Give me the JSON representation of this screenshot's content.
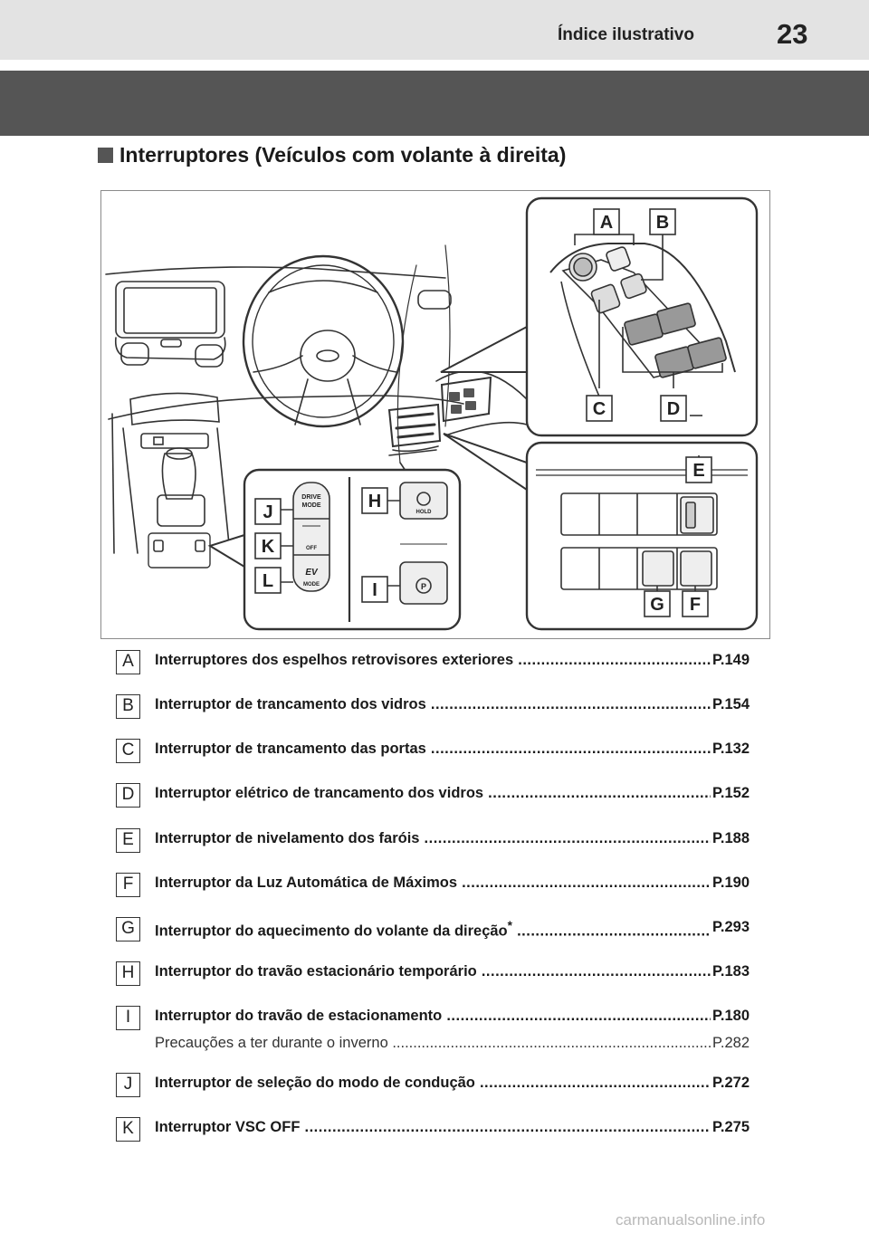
{
  "header": {
    "section_title": "Índice ilustrativo",
    "page_number": "23"
  },
  "section": {
    "heading": "Interruptores (Veículos com volante à direita)"
  },
  "illustration": {
    "callouts": [
      "A",
      "B",
      "C",
      "D",
      "E",
      "F",
      "G",
      "H",
      "I",
      "J",
      "K",
      "L"
    ],
    "switch_texts": {
      "drive_mode_1": "DRIVE",
      "drive_mode_2": "MODE",
      "vsc_off": "OFF",
      "ev": "EV",
      "ev_mode": "MODE",
      "hold": "HOLD"
    }
  },
  "legend": [
    {
      "letter": "A",
      "label": "Interruptores dos espelhos retrovisores exteriores",
      "page": "P.149"
    },
    {
      "letter": "B",
      "label": "Interruptor de trancamento dos vidros",
      "page": "P.154"
    },
    {
      "letter": "C",
      "label": "Interruptor de trancamento das portas",
      "page": "P.132"
    },
    {
      "letter": "D",
      "label": "Interruptor elétrico de trancamento dos vidros",
      "page": "P.152"
    },
    {
      "letter": "E",
      "label": "Interruptor de nivelamento dos faróis",
      "page": "P.188"
    },
    {
      "letter": "F",
      "label": "Interruptor da Luz Automática de Máximos",
      "page": "P.190"
    },
    {
      "letter": "G",
      "label": "Interruptor do aquecimento do volante da direção",
      "superscript": "*",
      "page": "P.293"
    },
    {
      "letter": "H",
      "label": "Interruptor do travão estacionário temporário",
      "page": "P.183"
    },
    {
      "letter": "I",
      "label": "Interruptor do travão de estacionamento",
      "page": "P.180",
      "sub_label": "Precauções a ter durante o inverno",
      "sub_page": "P.282"
    },
    {
      "letter": "J",
      "label": "Interruptor de seleção do modo de condução",
      "page": "P.272"
    },
    {
      "letter": "K",
      "label": "Interruptor VSC OFF",
      "page": "P.275"
    }
  ],
  "watermark": "carmanualsonline.info"
}
